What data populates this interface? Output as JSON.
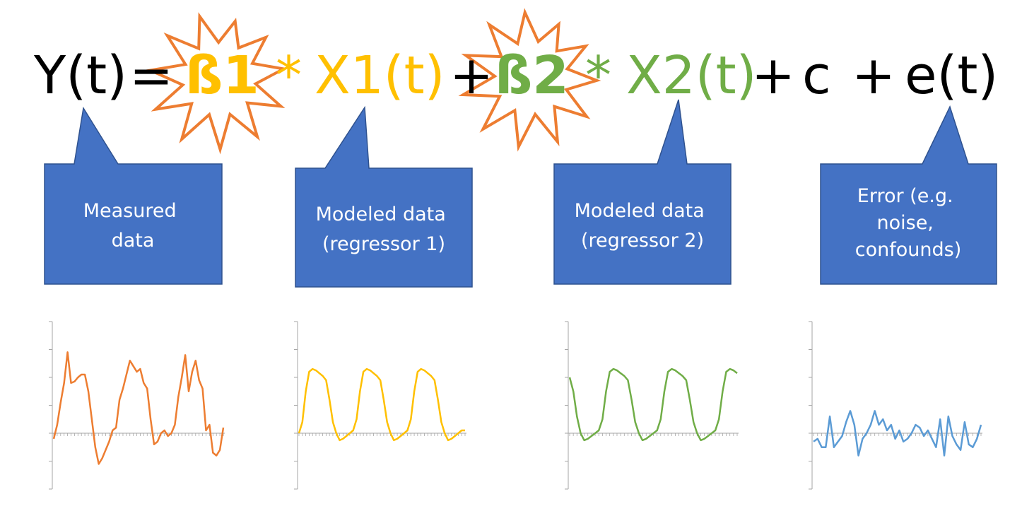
{
  "equation": {
    "lhs": "Y(t)",
    "equals": "=",
    "beta1": "ß1",
    "times1": "*",
    "x1": "X1(t)",
    "plus1": "+",
    "beta2": "ß2",
    "times2": "*",
    "x2": "X2(t)",
    "plus2": "+",
    "c": "c",
    "plus3": "+",
    "error": "e(t)"
  },
  "callouts": [
    {
      "lines": [
        "Measured",
        "data"
      ]
    },
    {
      "lines": [
        "Modeled data",
        "(regressor 1)"
      ]
    },
    {
      "lines": [
        "Modeled data",
        "(regressor 2)"
      ]
    },
    {
      "lines": [
        "Error (e.g.",
        "noise,",
        "confounds)"
      ]
    }
  ],
  "colors": {
    "black": "#000000",
    "yellow": "#FFC000",
    "green": "#70AD47",
    "orange": "#ED7D31",
    "blue_callout": "#4472C4",
    "blue_line": "#5B9BD5",
    "axis": "#a6a6a6"
  },
  "chart_data": [
    {
      "type": "line",
      "series": [
        {
          "values": [
            -0.2,
            0.3,
            1.1,
            1.8,
            2.9,
            1.8,
            1.85,
            2.0,
            2.1,
            2.1,
            1.5,
            0.5,
            -0.5,
            -1.1,
            -0.9,
            -0.6,
            -0.3,
            0.1,
            0.2,
            1.2,
            1.6,
            2.1,
            2.6,
            2.4,
            2.2,
            2.3,
            1.8,
            1.6,
            0.5,
            -0.4,
            -0.3,
            0.0,
            0.1,
            -0.1,
            0.0,
            0.3,
            1.3,
            2.0,
            2.8,
            1.5,
            2.2,
            2.6,
            1.9,
            1.6,
            0.1,
            0.3,
            -0.7,
            -0.8,
            -0.6,
            0.2
          ]
        }
      ],
      "ylim": [
        -2,
        4
      ]
    },
    {
      "type": "line",
      "series": [
        {
          "values": [
            0.0,
            0.4,
            1.5,
            2.2,
            2.3,
            2.25,
            2.15,
            2.05,
            1.9,
            1.2,
            0.4,
            0.0,
            -0.25,
            -0.2,
            -0.1,
            0.0,
            0.1,
            0.5,
            1.5,
            2.2,
            2.3,
            2.25,
            2.15,
            2.05,
            1.9,
            1.2,
            0.4,
            0.0,
            -0.25,
            -0.2,
            -0.1,
            0.0,
            0.1,
            0.5,
            1.5,
            2.2,
            2.3,
            2.25,
            2.15,
            2.05,
            1.9,
            1.2,
            0.4,
            0.0,
            -0.25,
            -0.2,
            -0.1,
            0.0,
            0.1,
            0.1
          ]
        }
      ],
      "ylim": [
        -2,
        4
      ]
    },
    {
      "type": "line",
      "series": [
        {
          "values": [
            2.0,
            1.5,
            0.6,
            0.0,
            -0.25,
            -0.2,
            -0.1,
            0.0,
            0.1,
            0.5,
            1.5,
            2.2,
            2.3,
            2.25,
            2.15,
            2.05,
            1.9,
            1.2,
            0.4,
            0.0,
            -0.25,
            -0.2,
            -0.1,
            0.0,
            0.1,
            0.5,
            1.5,
            2.2,
            2.3,
            2.25,
            2.15,
            2.05,
            1.9,
            1.2,
            0.4,
            0.0,
            -0.25,
            -0.2,
            -0.1,
            0.0,
            0.1,
            0.5,
            1.5,
            2.2,
            2.3,
            2.25,
            2.15
          ]
        }
      ],
      "ylim": [
        -2,
        4
      ]
    },
    {
      "type": "line",
      "series": [
        {
          "values": [
            -0.3,
            -0.2,
            -0.5,
            -0.5,
            0.6,
            -0.5,
            -0.3,
            -0.1,
            0.4,
            0.8,
            0.3,
            -0.8,
            -0.2,
            0.0,
            0.3,
            0.8,
            0.3,
            0.5,
            0.1,
            0.3,
            -0.2,
            0.1,
            -0.3,
            -0.2,
            0.0,
            0.3,
            0.2,
            -0.1,
            0.1,
            -0.2,
            -0.5,
            0.5,
            -0.8,
            0.6,
            -0.1,
            -0.4,
            -0.6,
            0.4,
            -0.4,
            -0.5,
            -0.2,
            0.3
          ]
        }
      ],
      "ylim": [
        -2,
        4
      ]
    }
  ]
}
